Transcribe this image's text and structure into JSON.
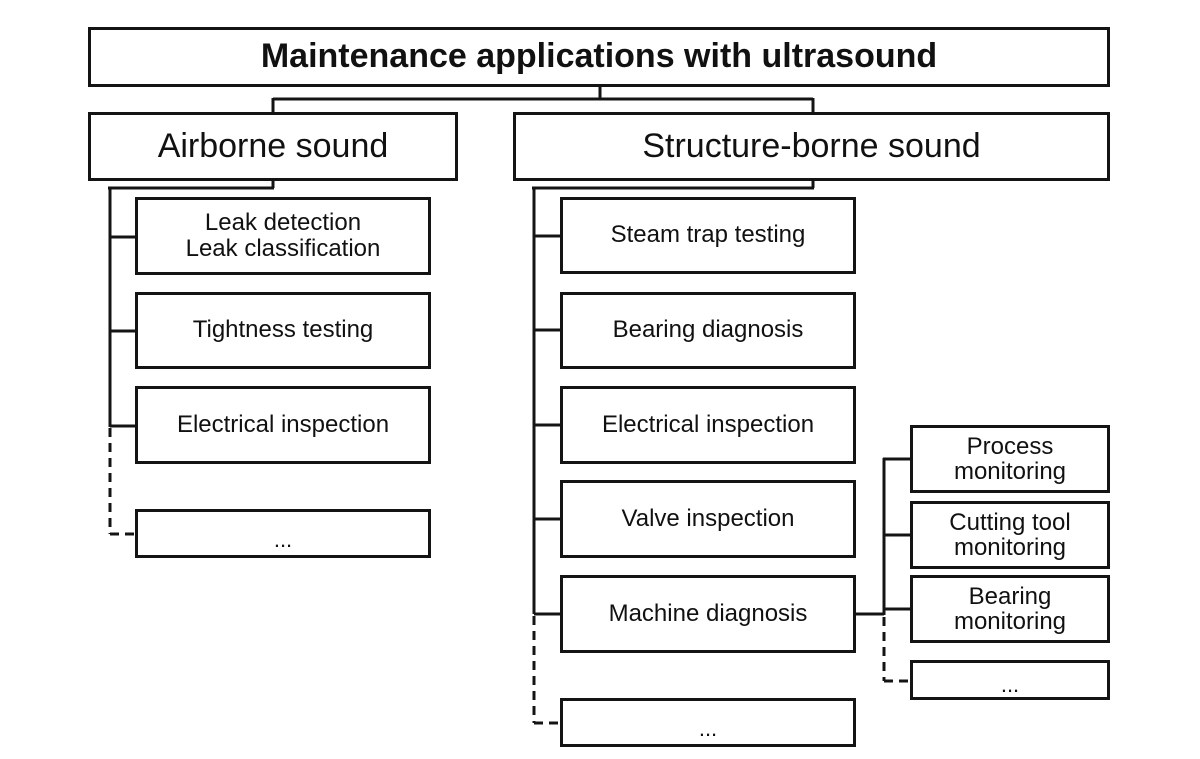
{
  "title": "Maintenance applications with ultrasound",
  "categories": [
    {
      "label": "Airborne sound",
      "items": [
        {
          "label": "Leak detection\nLeak classification"
        },
        {
          "label": "Tightness testing"
        },
        {
          "label": "Electrical inspection"
        },
        {
          "label": "...",
          "placeholder": true
        }
      ]
    },
    {
      "label": "Structure-borne sound",
      "items": [
        {
          "label": "Steam trap testing"
        },
        {
          "label": "Bearing diagnosis"
        },
        {
          "label": "Electrical inspection"
        },
        {
          "label": "Valve inspection"
        },
        {
          "label": "Machine diagnosis",
          "children": [
            {
              "label": "Process\nmonitoring"
            },
            {
              "label": "Cutting tool\nmonitoring"
            },
            {
              "label": "Bearing\nmonitoring"
            },
            {
              "label": "...",
              "placeholder": true
            }
          ]
        },
        {
          "label": "...",
          "placeholder": true
        }
      ]
    }
  ]
}
